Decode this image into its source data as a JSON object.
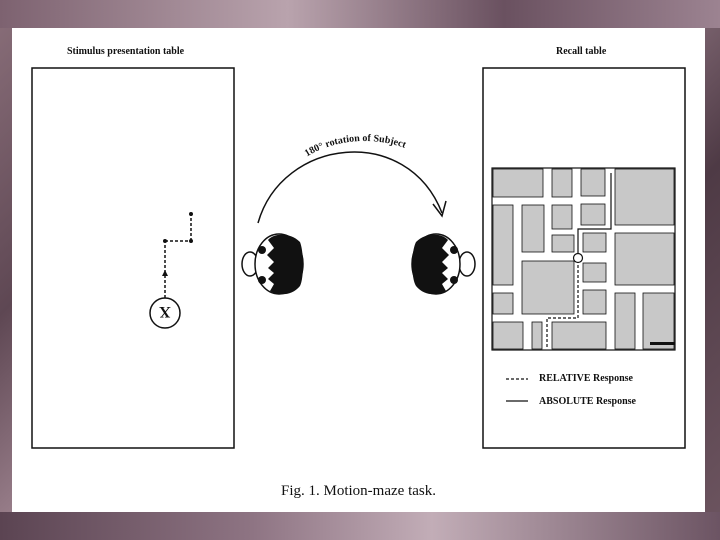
{
  "figure": {
    "stimulus_table_title": "Stimulus presentation table",
    "recall_table_title": "Recall table",
    "rotation_label": "180° rotation of Subject",
    "start_marker": "X",
    "legend": {
      "relative": "RELATIVE Response",
      "absolute": "ABSOLUTE Response"
    },
    "caption": "Fig. 1. Motion-maze task."
  }
}
